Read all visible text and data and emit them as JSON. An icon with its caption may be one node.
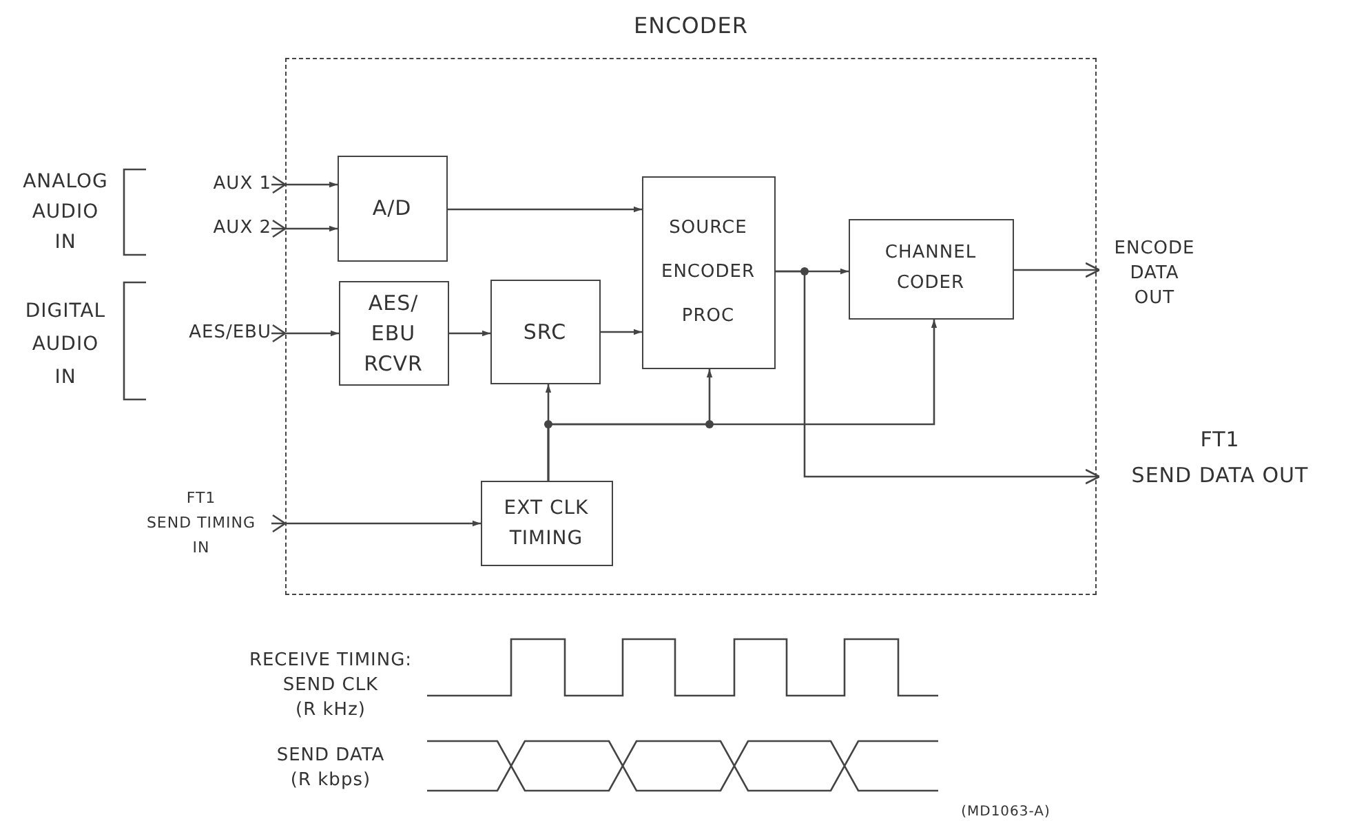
{
  "diagram": {
    "nodes": [
      {
        "text": [
          "ENCODER"
        ]
      },
      {
        "text": [
          "AUX 1"
        ]
      },
      {
        "text": [
          "AUX 2"
        ]
      },
      {
        "text": [
          "AES/EBU"
        ]
      },
      {
        "text": [
          "FT1 SEND TIMING IN"
        ]
      },
      {
        "text": [
          "A/D"
        ],
        "in": 0
      },
      {
        "text": [
          "AES/ EBU RCVR"
        ],
        "in": 0
      },
      {
        "text": [
          "SRC"
        ],
        "in": 0
      },
      {
        "text": [
          "SOURCE ENCODER PROC"
        ],
        "in": 0
      },
      {
        "text": [
          "CHANNEL CODER"
        ],
        "in": 0
      },
      {
        "text": [
          "EXT CLK TIMING"
        ],
        "in": 0
      },
      {
        "text": [
          "ENCODE DATA OUT"
        ]
      },
      {
        "text": [
          "FT1 SEND DATA OUT"
        ]
      }
    ],
    "edges": [
      {
        "from": 1,
        "to": 5,
        "arrow": "to"
      },
      {
        "from": 2,
        "to": 5,
        "arrow": "to"
      },
      {
        "from": 3,
        "to": 6,
        "arrow": "to"
      },
      {
        "from": 4,
        "to": 10,
        "arrow": "to"
      },
      {
        "from": 5,
        "to": 8,
        "arrow": "to"
      },
      {
        "from": 6,
        "to": 7,
        "arrow": "to"
      },
      {
        "from": 7,
        "to": 8,
        "arrow": "to"
      },
      {
        "from": 8,
        "to": 9,
        "arrow": "to"
      },
      {
        "from": 8,
        "to": 12,
        "arrow": "to"
      },
      {
        "from": 9,
        "to": 11,
        "arrow": "to"
      },
      {
        "from": 10,
        "to": 7,
        "arrow": "to"
      },
      {
        "from": 10,
        "to": 8,
        "arrow": "to"
      },
      {
        "from": 10,
        "to": 9,
        "arrow": "to"
      }
    ],
    "labels": [
      "ANALOG AUDIO IN",
      "DIGITAL AUDIO IN",
      "RECEIVE TIMING: SEND CLK (R kHz)",
      "SEND DATA (R kbps)",
      "(MD1063-A)"
    ]
  }
}
